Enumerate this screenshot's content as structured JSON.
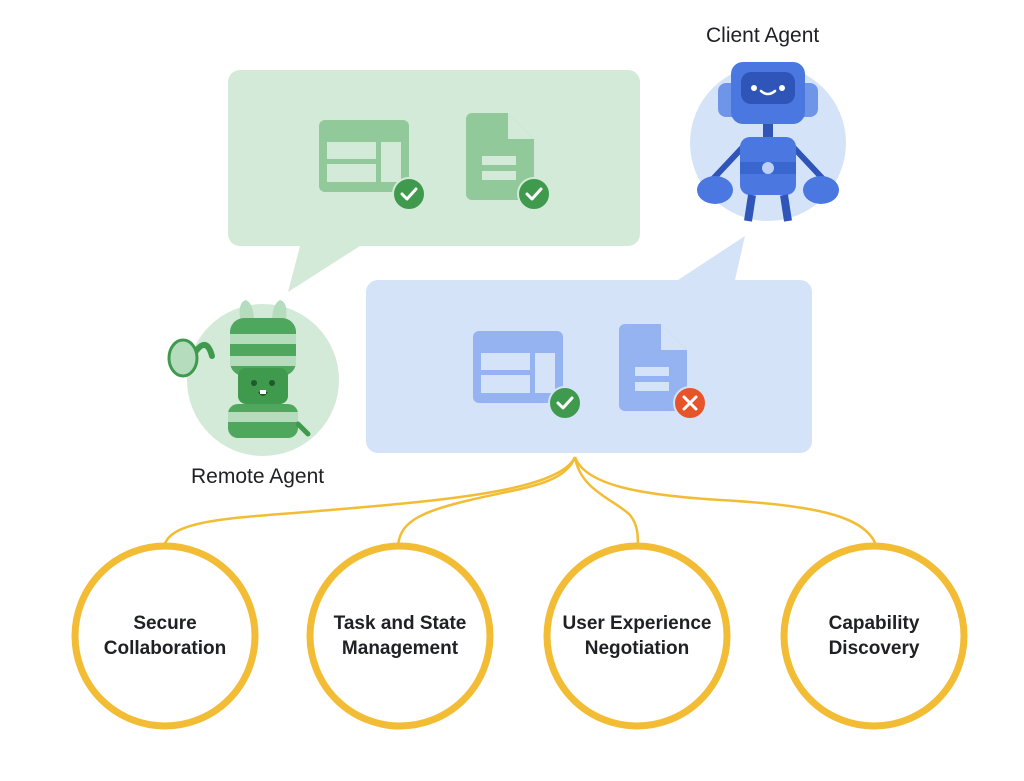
{
  "agents": {
    "client": {
      "label": "Client Agent",
      "icon": "blue-robot"
    },
    "remote": {
      "label": "Remote Agent",
      "icon": "green-robot-waving"
    }
  },
  "remote_bubble": {
    "color": "#d4ead8",
    "items": [
      {
        "icon": "table-layout-icon",
        "status": "check"
      },
      {
        "icon": "document-icon",
        "status": "check"
      }
    ]
  },
  "client_bubble": {
    "color": "#d5e3f8",
    "items": [
      {
        "icon": "table-layout-icon",
        "status": "check"
      },
      {
        "icon": "document-icon",
        "status": "error"
      }
    ]
  },
  "capabilities": [
    {
      "line1": "Secure",
      "line2": "Collaboration"
    },
    {
      "line1": "Task and State",
      "line2": "Management"
    },
    {
      "line1": "User Experience",
      "line2": "Negotiation"
    },
    {
      "line1": "Capability",
      "line2": "Discovery"
    }
  ],
  "colors": {
    "connector": "#f2bd35",
    "check": "#3f9a4e",
    "error": "#e8542a",
    "green_icon": "#92c99b",
    "blue_icon": "#94b3f0"
  }
}
